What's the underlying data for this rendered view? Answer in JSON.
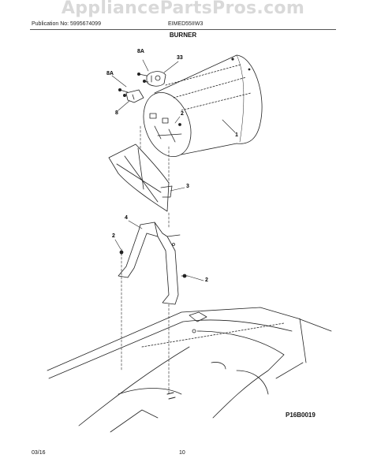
{
  "watermark": "AppliancePartsPros.com",
  "header": {
    "publication": "Publication No: 5995674099",
    "model": "EIMED55IIW3"
  },
  "section_title": "BURNER",
  "callouts": {
    "c8A_top": "8A",
    "c33": "33",
    "c8A_left": "8A",
    "c8": "8",
    "c2_top": "2",
    "c1": "1",
    "c3": "3",
    "c4": "4",
    "c2_left": "2",
    "c2_right": "2"
  },
  "figure_id": "P16B0019",
  "footer": {
    "date": "03/16",
    "page": "10"
  }
}
